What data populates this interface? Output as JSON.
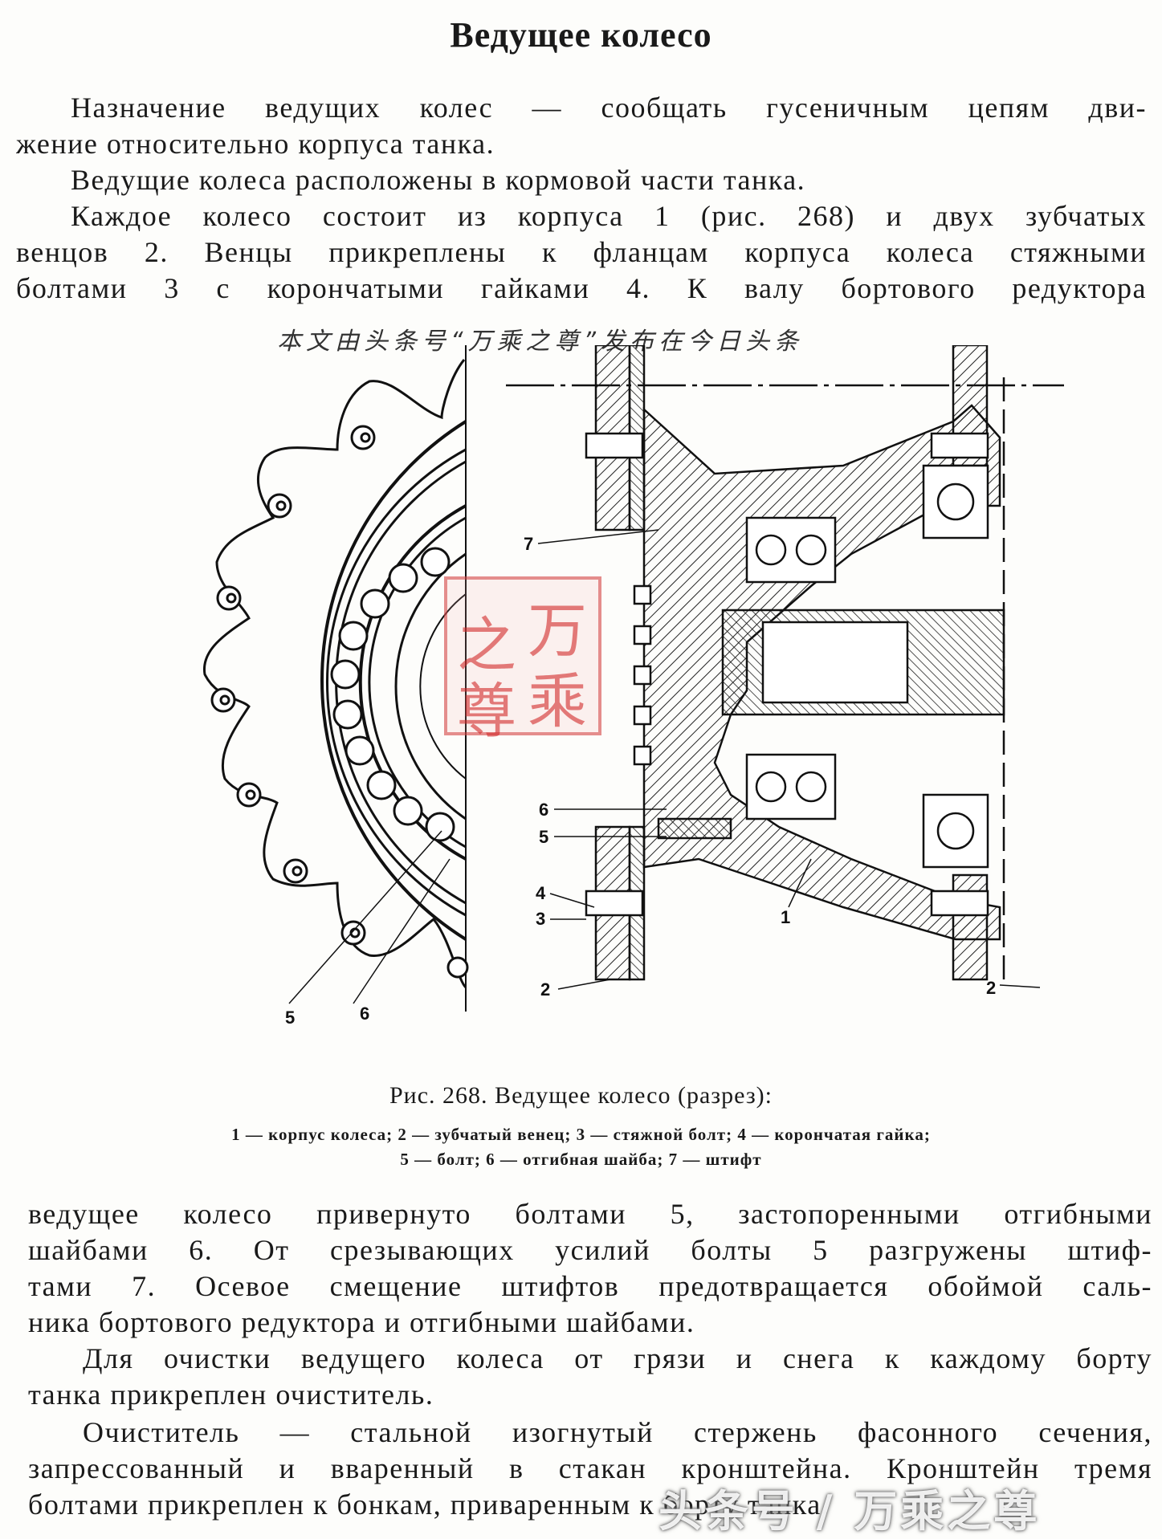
{
  "title": "Ведущее колесо",
  "paragraphs_top": [
    [
      "Назначение ведущих колес — сообщать гусеничным цепям дви-",
      "жение относительно корпуса танка."
    ],
    [
      "Ведущие колеса расположены в кормовой части танка."
    ],
    [
      "Каждое колесо состоит из корпуса 1 (рис. 268) и двух зубчатых",
      "венцов 2. Венцы прикреплены к фланцам корпуса колеса стяжными",
      "болтами 3 с корончатыми гайками 4. К валу бортового редуктора"
    ]
  ],
  "watermark_top": "本文由头条号“万乘之尊”发布在今日头条",
  "figure": {
    "callouts": [
      "7",
      "6",
      "5",
      "4",
      "3",
      "2",
      "1",
      "2",
      "5",
      "6"
    ],
    "caption": "Рис. 268. Ведущее колесо (разрез):",
    "legend": [
      "1 — корпус колеса; 2 — зубчатый венец; 3 — стяжной болт; 4 — корончатая гайка;",
      "5 — болт; 6 — отгибная шайба; 7 — штифт"
    ]
  },
  "stamp": {
    "chars": [
      "万",
      "之",
      "乘",
      "尊"
    ]
  },
  "paragraphs_bottom": [
    [
      "ведущее колесо привернуто болтами 5, застопоренными отгибными",
      "шайбами 6. От срезывающих усилий болты 5 разгружены штиф-",
      "тами 7. Осевое смещение штифтов предотвращается обоймой саль-",
      "ника бортового редуктора и отгибными шайбами."
    ],
    [
      "Для очистки ведущего колеса от грязи и снега к каждому борту",
      "танка прикреплен очиститель."
    ],
    [
      "Очиститель — стальной изогнутый стержень фасонного сечения,",
      "запрессованный и вваренный в стакан кронштейна. Кронштейн тремя",
      "болтами прикреплен к бонкам, приваренным к борту танка."
    ]
  ],
  "watermark_bottom": "头条号 / 万乘之尊"
}
